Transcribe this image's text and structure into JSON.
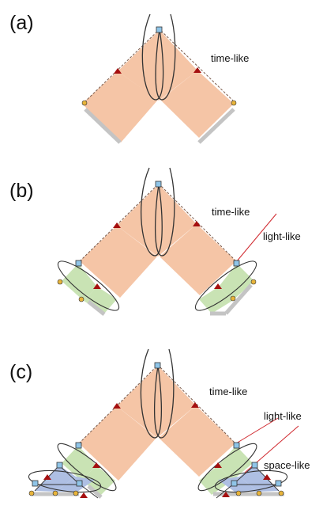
{
  "panels": [
    {
      "label": "(a)",
      "annotations": [
        "time-like"
      ]
    },
    {
      "label": "(b)",
      "annotations": [
        "time-like",
        "light-like"
      ]
    },
    {
      "label": "(c)",
      "annotations": [
        "time-like",
        "light-like",
        "space-like"
      ]
    }
  ],
  "colors": {
    "time_like_region": "#f5c5a6",
    "light_like_region": "#c9e3b4",
    "space_like_region": "#aebfe3",
    "boundary_shadow": "#c4c4c4",
    "curve": "#333333",
    "marker_square": "#8fc5e8",
    "marker_triangle": "#a50f0f",
    "marker_circle": "#e8b43a",
    "guide_line": "#d0282e"
  }
}
